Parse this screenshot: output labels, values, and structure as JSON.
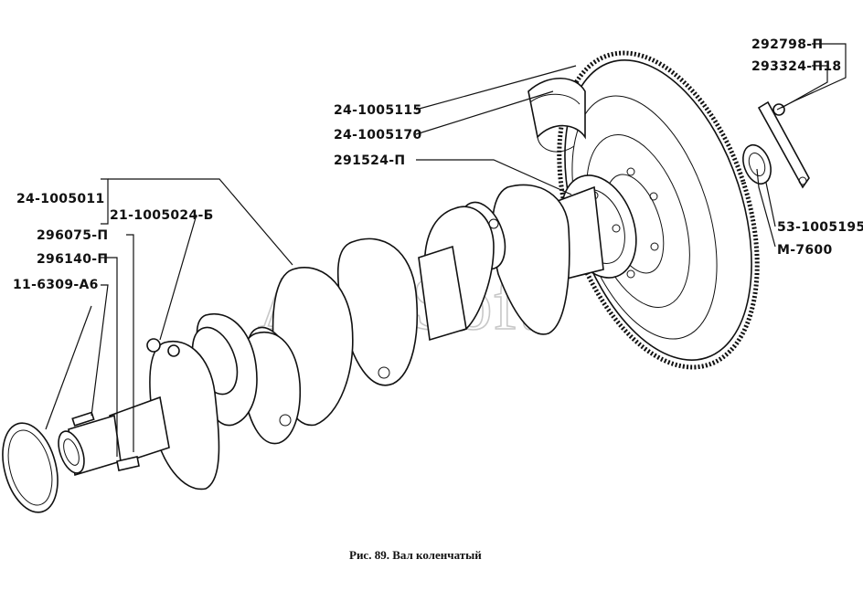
{
  "labels": {
    "l1": "24-1005115",
    "l2": "24-1005170",
    "l3": "291524-П",
    "l4": "24-1005011",
    "l5": "21-1005024-Б",
    "l6": "296075-П",
    "l7": "296140-П",
    "l8": "11-6309-А6",
    "l9": "292798-П",
    "l10": "293324-П18",
    "l11": "53-1005195",
    "l12": "М-7600"
  },
  "caption": "Рис. 89. Вал коленчатый",
  "watermark": "AutoSoft"
}
